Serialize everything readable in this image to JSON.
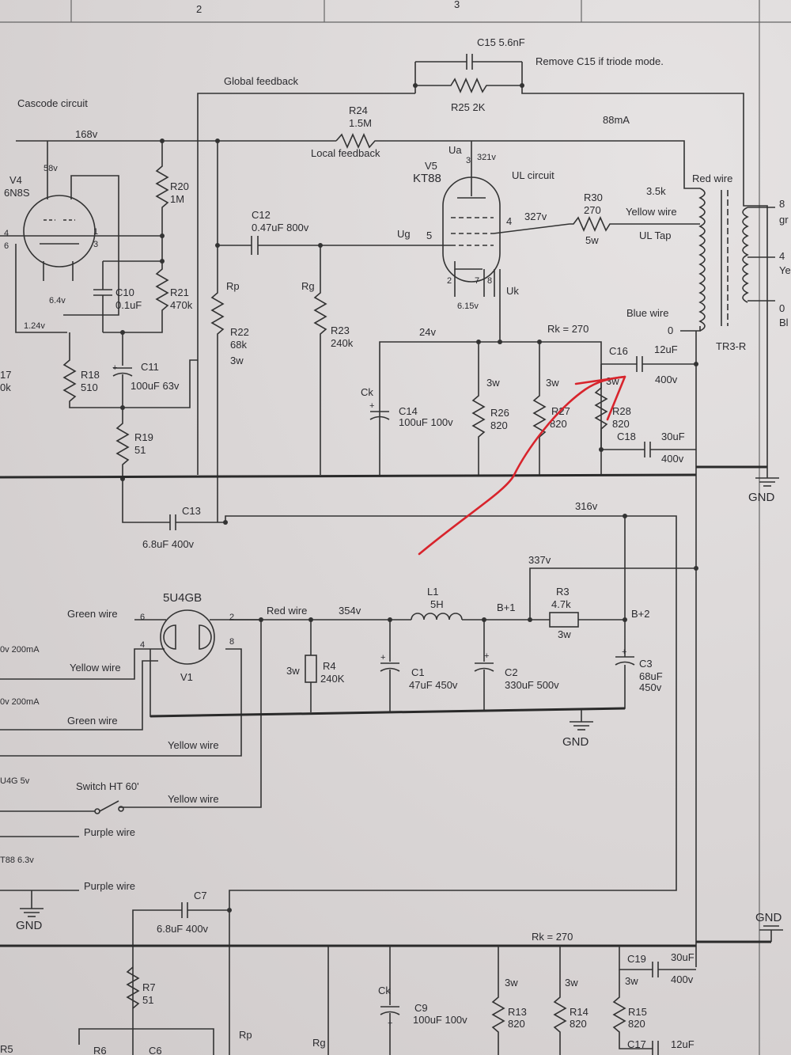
{
  "header": {
    "col2": "2",
    "col3": "3"
  },
  "top": {
    "global_feedback": "Global feedback",
    "c15": "C15  5.6nF",
    "c15_note": "Remove C15 if triode mode.",
    "r25": "R25  2K",
    "r24": "R24",
    "r24_val": "1.5M",
    "local_feedback": "Local feedback",
    "current_88": "88mA",
    "cascode": "Cascode circuit",
    "v168": "168v",
    "v58": "58v",
    "v4": "V4",
    "tube_6n8s": "6N8S",
    "v64": "6.4v",
    "v124": "1.24v",
    "r20": "R20",
    "r20_val": "1M",
    "c10": "C10",
    "c10_val": "0.1uF",
    "r21": "R21",
    "r21_val": "470k",
    "r18": "R18",
    "r18_val": "510",
    "c11": "C11",
    "c11_val": "100uF 63v",
    "r19": "R19",
    "r19_val": "51",
    "left_17": "17",
    "left_0k": "0k",
    "c12": "C12",
    "c12_val": "0.47uF 800v",
    "rp": "Rp",
    "r22": "R22",
    "r22_val": "68k",
    "r22_w": "3w",
    "rg": "Rg",
    "r23": "R23",
    "r23_val": "240k",
    "v5": "V5",
    "kt88": "KT88",
    "ua": "Ua",
    "v321": "321v",
    "ul_circuit": "UL circuit",
    "ug": "Ug",
    "pin5": "5",
    "pin4": "4",
    "pin3": "3",
    "pin2": "2",
    "pin7": "7",
    "pin8": "8",
    "uk": "Uk",
    "v615": "6.15v",
    "v327": "327v",
    "r30": "R30",
    "r30_val": "270",
    "r30_w": "5w",
    "r35k": "3.5k",
    "yellow_wire": "Yellow wire",
    "ul_tap": "UL Tap",
    "red_wire_tr": "Red wire",
    "blue_wire": "Blue wire",
    "zero": "0",
    "tr3r": "TR3-R",
    "out8": "8",
    "out8b": "gr",
    "out4": "4",
    "out4b": "Ye",
    "out0": "0",
    "out0b": "Bl",
    "v24": "24v",
    "rk270": "Rk = 270",
    "ck": "Ck",
    "c14": "C14",
    "c14_val": "100uF 100v",
    "r26": "R26",
    "r26_val": "820",
    "r27": "R27",
    "r27_val": "820",
    "r28": "R28",
    "r28_val": "820",
    "w3_a": "3w",
    "w3_b": "3w",
    "w3_c": "3w",
    "c16": "C16",
    "c16_val": "12uF",
    "c16_v": "400v",
    "c18": "C18",
    "c18_val": "30uF",
    "c18_v": "400v",
    "gnd": "GND"
  },
  "middle": {
    "c13": "C13",
    "c13_val": "6.8uF 400v",
    "v316": "316v",
    "v337": "337v",
    "rect": "5U4GB",
    "green_wire": "Green wire",
    "red_wire": "Red wire",
    "v354": "354v",
    "l1": "L1",
    "l1_val": "5H",
    "bp1": "B+1",
    "r3": "R3",
    "r3_val": "4.7k",
    "r3_w": "3w",
    "bp2": "B+2",
    "r4_w": "3w",
    "r4": "R4",
    "r4_val": "240K",
    "c1": "C1",
    "c1_val": "47uF 450v",
    "c2": "C2",
    "c2_val": "330uF 500v",
    "c3": "C3",
    "c3_val": "68uF",
    "c3_v": "450v",
    "v1": "V1",
    "pin6": "6",
    "pin2": "2",
    "pin4": "4",
    "pin8": "8",
    "gnd": "GND",
    "yellow_wire_1": "Yellow wire",
    "green_wire_2": "Green wire",
    "yellow_wire_2": "Yellow wire",
    "v200a": "0v 200mA",
    "v200b": "0v 200mA"
  },
  "bottom": {
    "u4g": "U4G 5v",
    "switch": "Switch HT 60'",
    "yellow_wire": "Yellow wire",
    "purple_wire_1": "Purple wire",
    "t88": "T88 6.3v",
    "purple_wire_2": "Purple wire",
    "gnd_left": "GND",
    "c7": "C7",
    "c7_val": "6.8uF 400v",
    "gnd_right": "GND",
    "rk270": "Rk = 270",
    "c19": "C19",
    "c19_val": "30uF",
    "c19_w": "3w",
    "c19_v": "400v",
    "r7": "R7",
    "r7_val": "51",
    "ck": "Ck",
    "c9": "C9",
    "c9_val": "100uF 100v",
    "r13": "R13",
    "r13_val": "820",
    "r14": "R14",
    "r14_val": "820",
    "r15": "R15",
    "r15_val": "820",
    "w3_a": "3w",
    "w3_b": "3w",
    "c17": "C17",
    "c17_val": "12uF",
    "r5": "R5",
    "r6": "R6",
    "c6": "C6",
    "rp": "Rp",
    "rg": "Rg"
  },
  "colors": {
    "annotation_arrow": "#d8242c",
    "paper": "#dcd8d8",
    "ink": "#2b2b2f"
  }
}
